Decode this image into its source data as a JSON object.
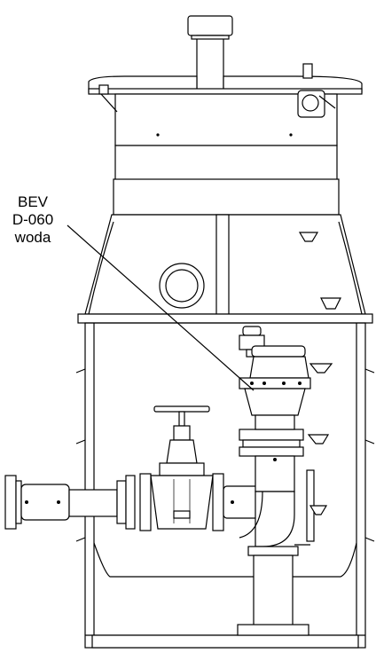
{
  "annotation": {
    "lines": [
      "BEV",
      "D-060",
      "woda"
    ]
  }
}
